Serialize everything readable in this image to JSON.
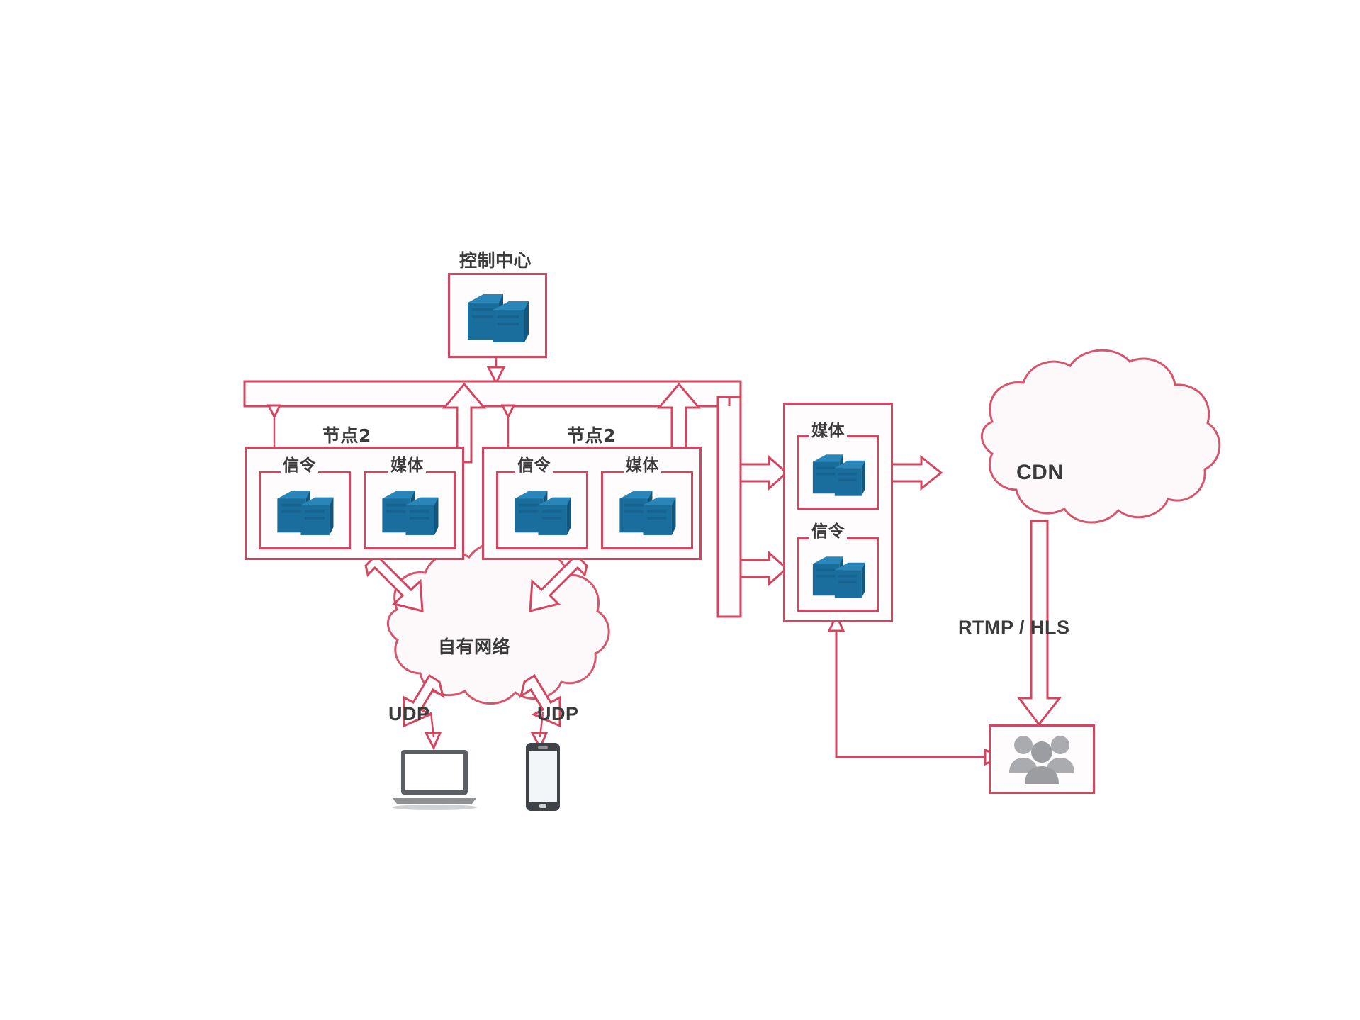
{
  "diagram": {
    "title": "Live streaming network architecture",
    "colors": {
      "line": "#d5455f",
      "server_blue": "#1a6e9e",
      "server_blue_dark": "#14567c",
      "text": "#3b3b3b",
      "device_gray": "#8f9094",
      "background": "#ffffff"
    },
    "nodes": {
      "control_center": {
        "label": "控制中心",
        "icon": "server-stack-icon"
      },
      "node_left": {
        "label": "节点2",
        "signaling": {
          "label": "信令",
          "icon": "server-stack-icon"
        },
        "media": {
          "label": "媒体",
          "icon": "server-stack-icon"
        }
      },
      "node_right": {
        "label": "节点2",
        "signaling": {
          "label": "信令",
          "icon": "server-stack-icon"
        },
        "media": {
          "label": "媒体",
          "icon": "server-stack-icon"
        }
      },
      "edge_group": {
        "media": {
          "label": "媒体",
          "icon": "server-stack-icon"
        },
        "signaling": {
          "label": "信令",
          "icon": "server-stack-icon"
        }
      },
      "cdn": {
        "label": "CDN",
        "icon": "cloud-icon"
      },
      "own_network": {
        "label": "自有网络",
        "icon": "cloud-icon"
      },
      "laptop": {
        "label": "",
        "icon": "laptop-icon"
      },
      "phone": {
        "label": "",
        "icon": "smartphone-icon"
      },
      "audience": {
        "label": "",
        "icon": "users-group-icon"
      }
    },
    "edge_labels": {
      "udp_left": "UDP",
      "udp_right": "UDP",
      "rtmp_hls": "RTMP / HLS"
    }
  }
}
